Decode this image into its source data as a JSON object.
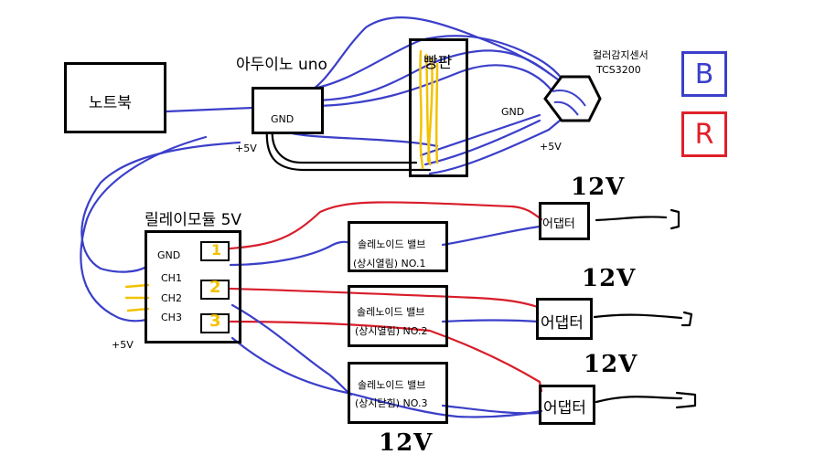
{
  "labels": {
    "notebook": "노트북",
    "arduino": "아두이노 uno",
    "arduino_gnd": "GND",
    "arduino_5v": "+5V",
    "breadboard": "빵판",
    "sensor_title": "컬러감지센서",
    "sensor_model": "TCS3200",
    "sensor_gnd": "GND",
    "sensor_5v": "+5V",
    "relay_title": "릴레이모듈 5V",
    "relay_gnd": "GND",
    "relay_ch1": "CH1",
    "relay_ch2": "CH2",
    "relay_ch3": "CH3",
    "relay_5v": "+5V",
    "relay_num1": "1",
    "relay_num2": "2",
    "relay_num3": "3",
    "valve1_line1": "솔레노이드  밸브",
    "valve1_line2": "(상시열림)  NO.1",
    "valve2_line1": "솔레노이드  밸브",
    "valve2_line2": "(상시열림)  NO.2",
    "valve3_line1": "솔레노이드  밸브",
    "valve3_line2": "(상시닫힘)  NO.3",
    "adapter1": "어댑터",
    "adapter2": "어댑터",
    "adapter3": "어댑터",
    "v12_1": "12V",
    "v12_2": "12V",
    "v12_3": "12V",
    "v12_bottom": "12V"
  },
  "legend": {
    "blue_letter": "B",
    "red_letter": "R",
    "blue_color": "#3b3fc9",
    "red_color": "#e0202a"
  },
  "colors": {
    "blue_wire": "#3b3fc9",
    "red_wire": "#d81d2a",
    "black_wire": "#000000",
    "yellow": "#f2c200"
  }
}
